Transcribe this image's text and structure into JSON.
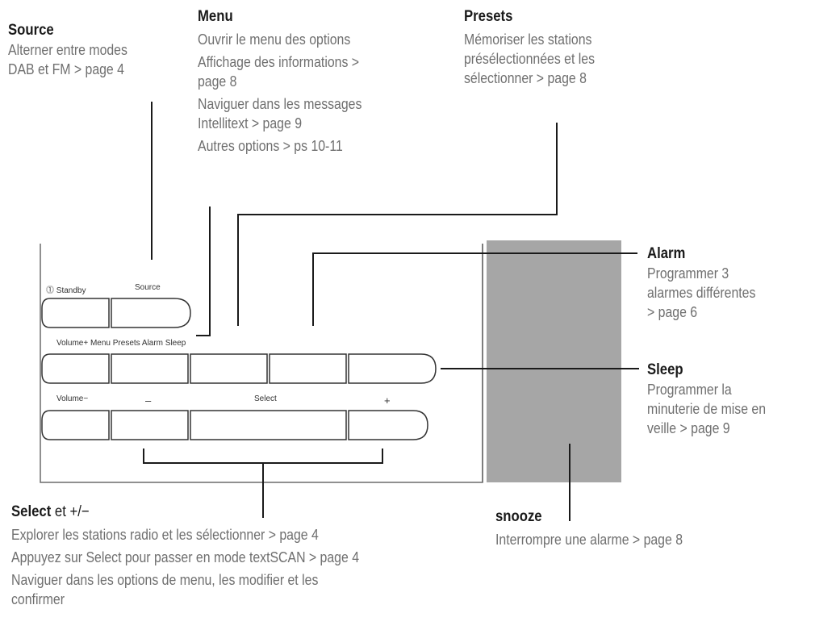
{
  "callouts": {
    "source": {
      "title": "Source",
      "lines": [
        "Alterner entre modes",
        "DAB et FM > page 4"
      ]
    },
    "menu": {
      "title": "Menu",
      "lines": [
        "Ouvrir le menu des options",
        "Affichage des informations >",
        "page 8",
        "Naviguer dans les messages",
        "Intellitext > page 9",
        "Autres options > ps 10-11"
      ]
    },
    "presets": {
      "title": "Presets",
      "lines": [
        "Mémoriser les stations",
        "présélectionnées et les",
        "sélectionner > page 8"
      ]
    },
    "alarm": {
      "title": "Alarm",
      "lines": [
        "Programmer 3",
        "alarmes différentes",
        "> page 6"
      ]
    },
    "sleep": {
      "title": "Sleep",
      "lines": [
        "Programmer la",
        "minuterie de mise en",
        "veille > page 9"
      ]
    },
    "select": {
      "title": "Select",
      "title_rest": " et +/−",
      "lines": [
        "Explorer les stations radio et les sélectionner > page 4",
        "Appuyez sur Select pour passer en mode textSCAN > page 4",
        "Naviguer dans les options de menu, les modifier et les",
        "confirmer"
      ]
    },
    "snooze": {
      "title": "snooze",
      "lines": [
        "Interrompre une alarme > page 8"
      ]
    }
  },
  "panel": {
    "standby_label": "⓵ Standby",
    "source_label": "Source",
    "row2_label": "Volume+ Menu Presets Alarm Sleep",
    "volume_minus_label": "Volume−",
    "minus_label": "–",
    "select_label": "Select",
    "plus_label": "+"
  },
  "colors": {
    "panel_stroke": "#6b6b6b",
    "snooze_fill": "#a6a6a6",
    "leader_line": "#1a1a1a",
    "title_text": "#1a1a1a",
    "body_text": "#6f6f6f"
  }
}
